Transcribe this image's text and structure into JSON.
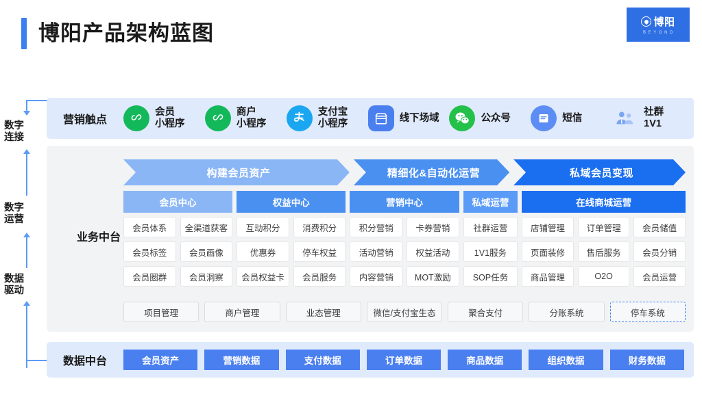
{
  "header": {
    "title": "博阳产品架构蓝图",
    "logo_cn": "博阳",
    "logo_en": "BEYOND",
    "accent_color": "#3b7ff0"
  },
  "rail": {
    "items": [
      {
        "label": "数字\n连接"
      },
      {
        "label": "数字\n运营"
      },
      {
        "label": "数据\n驱动"
      }
    ]
  },
  "touchpoints": {
    "label": "营销触点",
    "band_color": "#dfeafc",
    "items": [
      {
        "icon": "mini-program-icon",
        "label": "会员\n小程序",
        "color": "#13b85a"
      },
      {
        "icon": "mini-program-icon",
        "label": "商户\n小程序",
        "color": "#13b85a"
      },
      {
        "icon": "alipay-icon",
        "label": "支付宝\n小程序",
        "color": "#1aa6f0"
      },
      {
        "icon": "store-icon",
        "label": "线下场域",
        "color": "#4a7ff0"
      },
      {
        "icon": "wechat-icon",
        "label": "公众号",
        "color": "#23c04a"
      },
      {
        "icon": "sms-icon",
        "label": "短信",
        "color": "#5b8df5"
      },
      {
        "icon": "community-icon",
        "label": "社群\n1V1",
        "color": "#7aa5f2"
      }
    ]
  },
  "business": {
    "label": "业务中台",
    "panel_color": "#f2f3f5",
    "chevrons": [
      {
        "label": "构建会员资产",
        "color": "#8ab6f5",
        "flex": 41
      },
      {
        "label": "精细化&自动化运营",
        "color": "#4a90f0",
        "flex": 28
      },
      {
        "label": "私域会员变现",
        "color": "#1a6ef0",
        "flex": 31
      }
    ],
    "groups": [
      {
        "header": "会员中心",
        "header_color": "#8ab6f5",
        "flex": 20,
        "columns": [
          [
            "会员体系",
            "会员标签",
            "会员圈群"
          ],
          [
            "全渠道获客",
            "会员画像",
            "会员洞察"
          ]
        ]
      },
      {
        "header": "权益中心",
        "header_color": "#4a90f0",
        "flex": 20,
        "columns": [
          [
            "互动积分",
            "优惠券",
            "会员权益卡"
          ],
          [
            "消费积分",
            "停车权益",
            "会员服务"
          ]
        ]
      },
      {
        "header": "营销中心",
        "header_color": "#4a90f0",
        "flex": 20,
        "columns": [
          [
            "积分营销",
            "活动营销",
            "内容营销"
          ],
          [
            "卡券营销",
            "权益活动",
            "MOT激励"
          ]
        ]
      },
      {
        "header": "私域运营",
        "header_color": "#5b9bf8",
        "flex": 10,
        "columns": [
          [
            "社群运营",
            "1V1服务",
            "SOP任务"
          ]
        ]
      },
      {
        "header": "在线商城运营",
        "header_color": "#1a6ef0",
        "flex": 30,
        "columns": [
          [
            "店铺管理",
            "页面装修",
            "商品管理"
          ],
          [
            "订单管理",
            "售后服务",
            "O2O"
          ],
          [
            "会员储值",
            "会员分销",
            "会员运营"
          ]
        ]
      }
    ],
    "footer": [
      {
        "label": "项目管理",
        "dashed": false
      },
      {
        "label": "商户管理",
        "dashed": false
      },
      {
        "label": "业态管理",
        "dashed": false
      },
      {
        "label": "微信/支付宝生态",
        "dashed": false
      },
      {
        "label": "聚合支付",
        "dashed": false
      },
      {
        "label": "分账系统",
        "dashed": false
      },
      {
        "label": "停车系统",
        "dashed": true
      }
    ]
  },
  "data_platform": {
    "label": "数据中台",
    "band_color": "#dfeafc",
    "chip_color": "#4a7ff0",
    "items": [
      "会员资产",
      "营销数据",
      "支付数据",
      "订单数据",
      "商品数据",
      "组织数据",
      "财务数据"
    ]
  }
}
